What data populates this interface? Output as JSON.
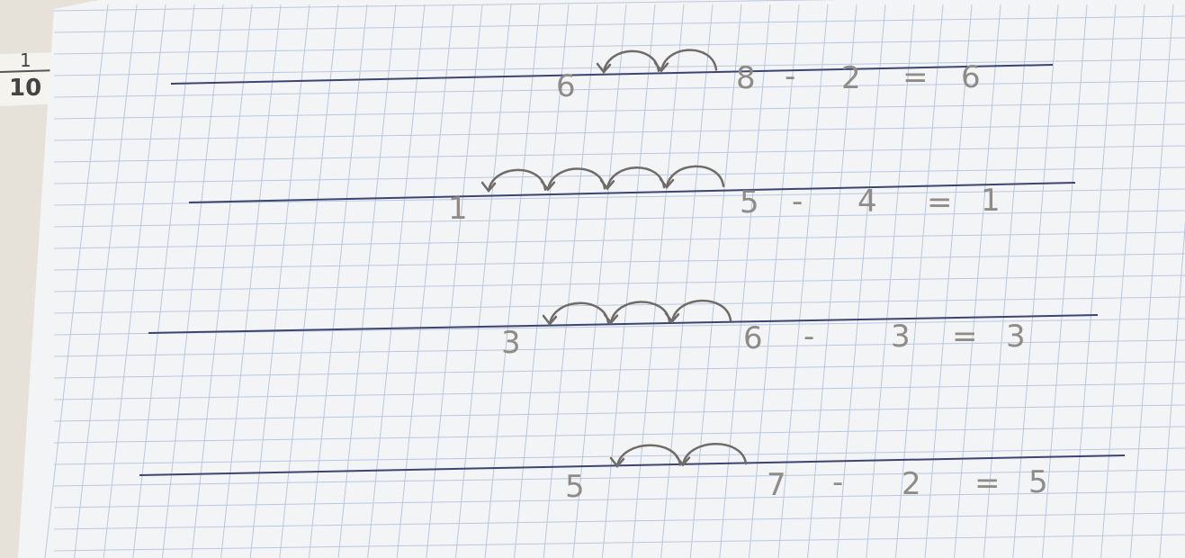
{
  "margin_note": {
    "numerator": "1",
    "denominator": "10"
  },
  "problems": [
    {
      "start": "8",
      "op": "-",
      "step": "2",
      "eq": "=",
      "result": "6",
      "jumps": 2,
      "landing": "6"
    },
    {
      "start": "5",
      "op": "-",
      "step": "4",
      "eq": "=",
      "result": "1",
      "jumps": 4,
      "landing": "1"
    },
    {
      "start": "6",
      "op": "-",
      "step": "3",
      "eq": "=",
      "result": "3",
      "jumps": 3,
      "landing": "3"
    },
    {
      "start": "7",
      "op": "-",
      "step": "2",
      "eq": "=",
      "result": "5",
      "jumps": 2,
      "landing": "5"
    }
  ],
  "colors": {
    "paper": "#f3f4f6",
    "grid": "#b9c8e0",
    "ink_line": "#3d4470",
    "pencil": "#6f6c68",
    "background": "#d9d6cf"
  }
}
